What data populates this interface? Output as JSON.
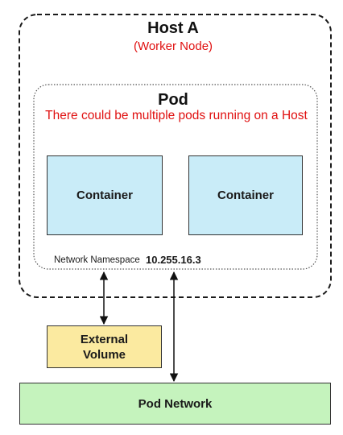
{
  "host": {
    "title": "Host A",
    "subtitle": "(Worker Node)"
  },
  "pod": {
    "title": "Pod",
    "note": "There could be multiple pods running on a Host"
  },
  "containers": [
    {
      "label": "Container"
    },
    {
      "label": "Container"
    }
  ],
  "namespace": {
    "label": "Network Namespace",
    "ip": "10.255.16.3"
  },
  "volume": {
    "line1": "External",
    "line2": "Volume"
  },
  "network": {
    "label": "Pod Network"
  },
  "colors": {
    "container_fill": "#c9ecf8",
    "volume_fill": "#fbeaa0",
    "network_fill": "#c5f3bd",
    "annotation_red": "#e01010"
  }
}
